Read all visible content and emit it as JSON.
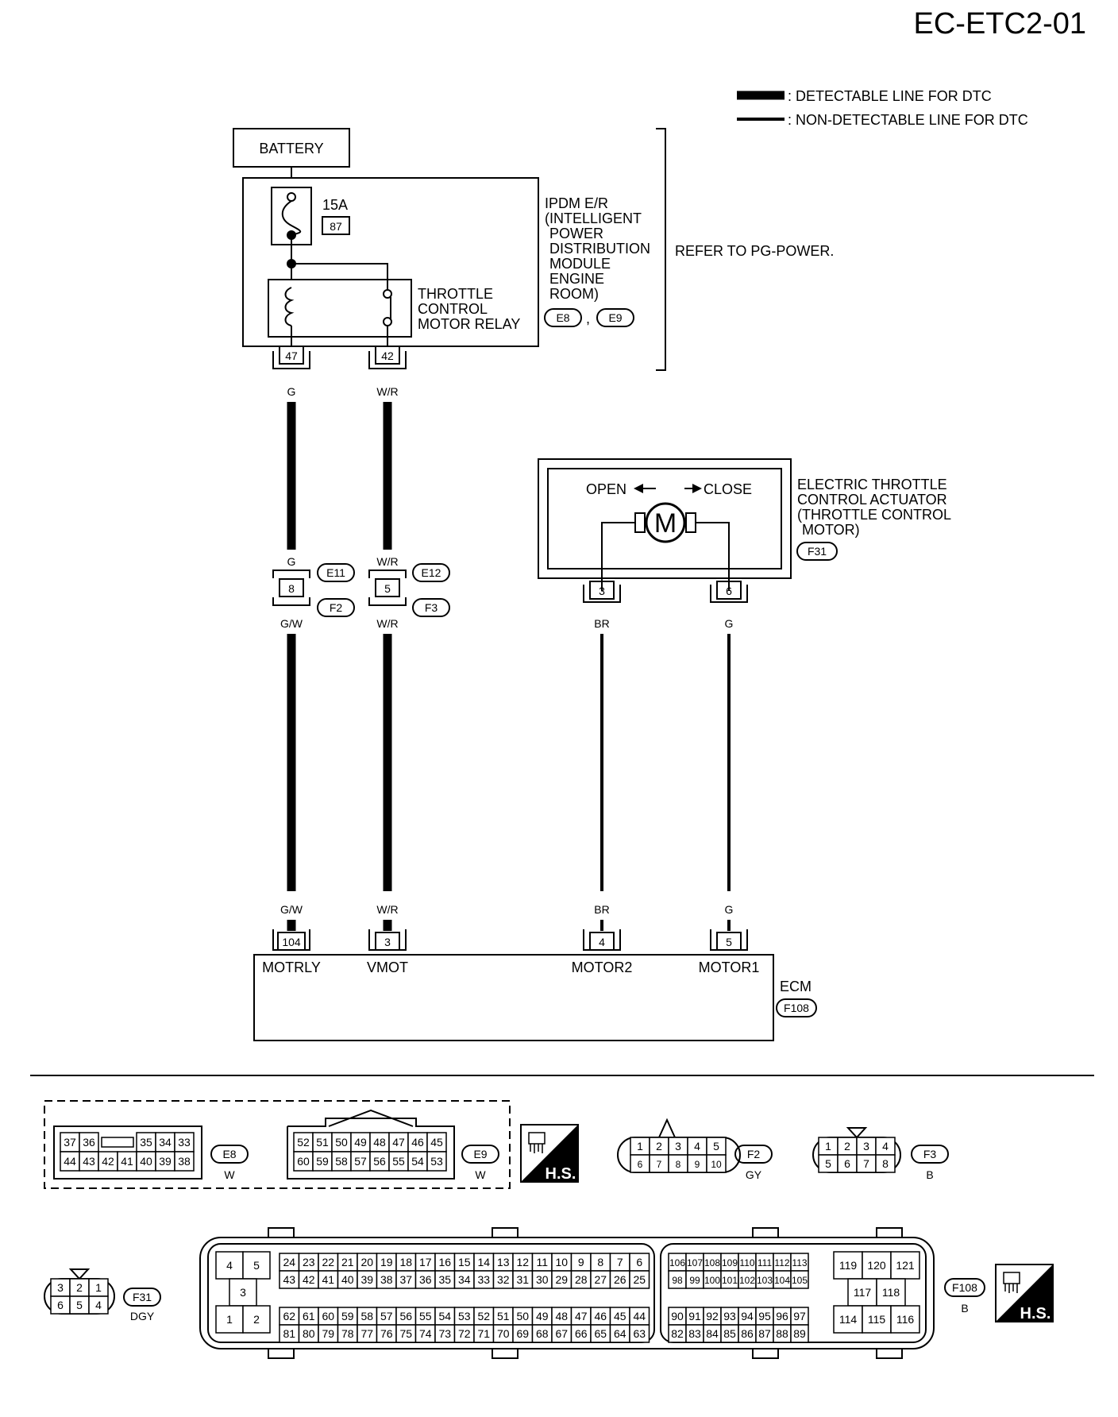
{
  "page_code": "EC-ETC2-01",
  "legend": {
    "detectable": ": DETECTABLE LINE FOR DTC",
    "non_detectable": ": NON-DETECTABLE LINE FOR DTC"
  },
  "battery": "BATTERY",
  "fuse": {
    "rating": "15A",
    "number": "87"
  },
  "ipdm": {
    "lines": [
      "IPDM E/R",
      "(INTELLIGENT",
      "POWER",
      "DISTRIBUTION",
      "MODULE",
      "ENGINE",
      "ROOM)"
    ],
    "connectors": [
      "E8",
      "E9"
    ],
    "sep": ","
  },
  "refer": "REFER TO PG-POWER.",
  "relay": {
    "lines": [
      "THROTTLE",
      "CONTROL",
      "MOTOR RELAY"
    ]
  },
  "terminals": {
    "ipdm_47": "47",
    "ipdm_42": "42",
    "jc_8": "8",
    "jc_5": "5",
    "act_3": "3",
    "act_6": "6",
    "ecm_104": "104",
    "ecm_3": "3",
    "ecm_4": "4",
    "ecm_5": "5"
  },
  "wires": {
    "g": "G",
    "wr": "W/R",
    "gw": "G/W",
    "br": "BR"
  },
  "junction_connectors": {
    "e11": "E11",
    "e12": "E12",
    "f2": "F2",
    "f3": "F3"
  },
  "actuator": {
    "open": "OPEN",
    "close": "CLOSE",
    "motor": "M",
    "lines": [
      "ELECTRIC THROTTLE",
      "CONTROL ACTUATOR",
      "(THROTTLE CONTROL",
      "MOTOR)"
    ],
    "connector": "F31"
  },
  "ecm": {
    "label": "ECM",
    "connector": "F108",
    "pins": [
      "MOTRLY",
      "VMOT",
      "MOTOR2",
      "MOTOR1"
    ]
  },
  "connector_views": {
    "e8": {
      "id": "E8",
      "color": "W",
      "top": [
        "37",
        "36",
        "",
        "35",
        "34",
        "33"
      ],
      "bottom": [
        "44",
        "43",
        "42",
        "41",
        "40",
        "39",
        "38"
      ]
    },
    "e9": {
      "id": "E9",
      "color": "W",
      "top": [
        "52",
        "51",
        "50",
        "49",
        "48",
        "47",
        "46",
        "45"
      ],
      "bottom": [
        "60",
        "59",
        "58",
        "57",
        "56",
        "55",
        "54",
        "53"
      ]
    },
    "f2": {
      "id": "F2",
      "color": "GY",
      "top": [
        "1",
        "2",
        "3",
        "4",
        "5"
      ],
      "bottom": [
        "6",
        "7",
        "8",
        "9",
        "10"
      ]
    },
    "f3": {
      "id": "F3",
      "color": "B",
      "top": [
        "1",
        "2",
        "3",
        "4"
      ],
      "bottom": [
        "5",
        "6",
        "7",
        "8"
      ]
    },
    "f31": {
      "id": "F31",
      "color": "DGY",
      "top": [
        "3",
        "2",
        "1"
      ],
      "bottom": [
        "6",
        "5",
        "4"
      ]
    },
    "f108": {
      "id": "F108",
      "color": "B",
      "left": [
        "4",
        "5",
        "3",
        "1",
        "2"
      ],
      "r1": [
        "24",
        "23",
        "22",
        "21",
        "20",
        "19",
        "18",
        "17",
        "16",
        "15",
        "14",
        "13",
        "12",
        "11",
        "10",
        "9",
        "8",
        "7",
        "6"
      ],
      "r2": [
        "43",
        "42",
        "41",
        "40",
        "39",
        "38",
        "37",
        "36",
        "35",
        "34",
        "33",
        "32",
        "31",
        "30",
        "29",
        "28",
        "27",
        "26",
        "25"
      ],
      "r3": [
        "62",
        "61",
        "60",
        "59",
        "58",
        "57",
        "56",
        "55",
        "54",
        "53",
        "52",
        "51",
        "50",
        "49",
        "48",
        "47",
        "46",
        "45",
        "44"
      ],
      "r4": [
        "81",
        "80",
        "79",
        "78",
        "77",
        "76",
        "75",
        "74",
        "73",
        "72",
        "71",
        "70",
        "69",
        "68",
        "67",
        "66",
        "65",
        "64",
        "63"
      ],
      "m1": [
        "106",
        "107",
        "108",
        "109",
        "110",
        "111",
        "112",
        "113"
      ],
      "m2": [
        "98",
        "99",
        "100",
        "101",
        "102",
        "103",
        "104",
        "105"
      ],
      "m3": [
        "90",
        "91",
        "92",
        "93",
        "94",
        "95",
        "96",
        "97"
      ],
      "m4": [
        "82",
        "83",
        "84",
        "85",
        "86",
        "87",
        "88",
        "89"
      ],
      "right": [
        "119",
        "120",
        "121",
        "117",
        "118",
        "114",
        "115",
        "116"
      ]
    }
  },
  "hs_label": "H.S."
}
